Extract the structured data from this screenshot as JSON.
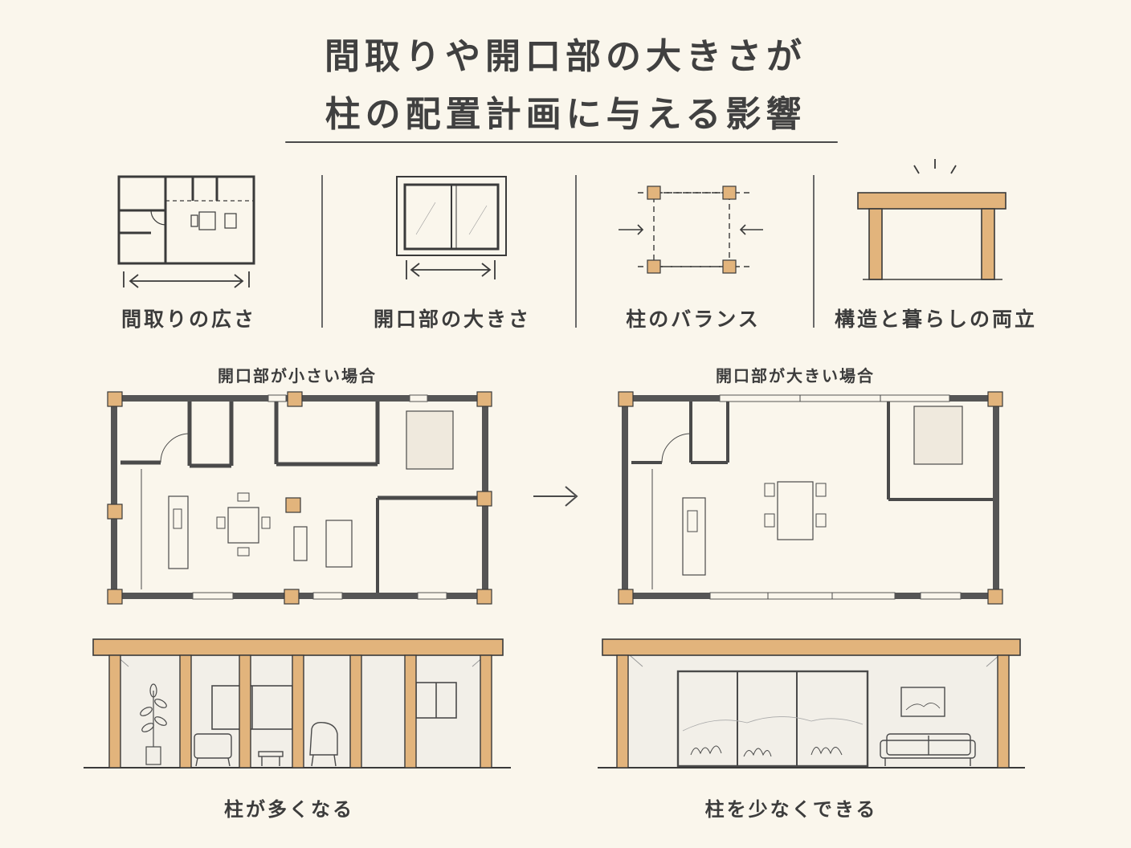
{
  "title": {
    "line1": "間取りや開口部の大きさが",
    "line2": "柱の配置計画に与える影響"
  },
  "factors": [
    {
      "label": "間取りの広さ",
      "icon": "floor-plan-icon"
    },
    {
      "label": "開口部の大きさ",
      "icon": "window-icon"
    },
    {
      "label": "柱のバランス",
      "icon": "column-balance-icon"
    },
    {
      "label": "構造と暮らしの両立",
      "icon": "post-and-beam-icon"
    }
  ],
  "comparison": {
    "left": {
      "heading": "開口部が小さい場合",
      "caption": "柱が多くなる"
    },
    "right": {
      "heading": "開口部が大きい場合",
      "caption": "柱を少なくできる"
    },
    "arrow": "arrow-right-icon"
  },
  "colors": {
    "background": "#faf6ec",
    "ink": "#3a3a3a",
    "wood": "#e2b47c",
    "wall": "#555555"
  }
}
